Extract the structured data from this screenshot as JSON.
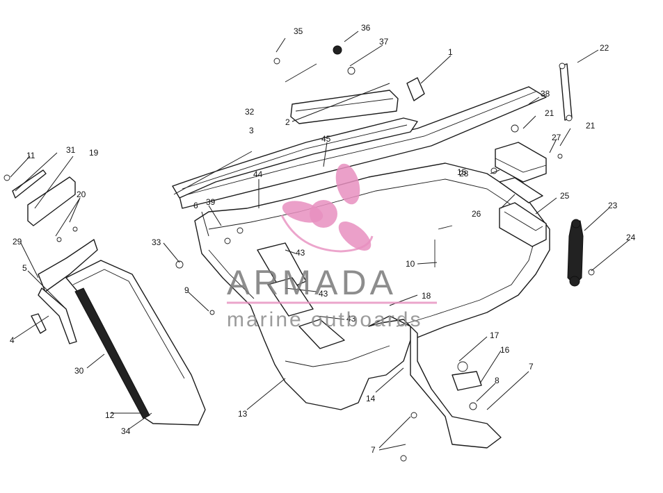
{
  "watermark": {
    "brand": "ARMADA",
    "tagline": "marine outboards",
    "color": "#e78fbf"
  },
  "callouts": [
    "1",
    "2",
    "3",
    "4",
    "5",
    "6",
    "7",
    "7",
    "8",
    "9",
    "10",
    "11",
    "12",
    "13",
    "14",
    "15",
    "16",
    "17",
    "18",
    "19",
    "20",
    "21",
    "21",
    "22",
    "23",
    "24",
    "25",
    "26",
    "27",
    "28",
    "29",
    "30",
    "31",
    "32",
    "33",
    "34",
    "35",
    "36",
    "37",
    "38",
    "39",
    "43",
    "43",
    "43",
    "44",
    "45"
  ]
}
